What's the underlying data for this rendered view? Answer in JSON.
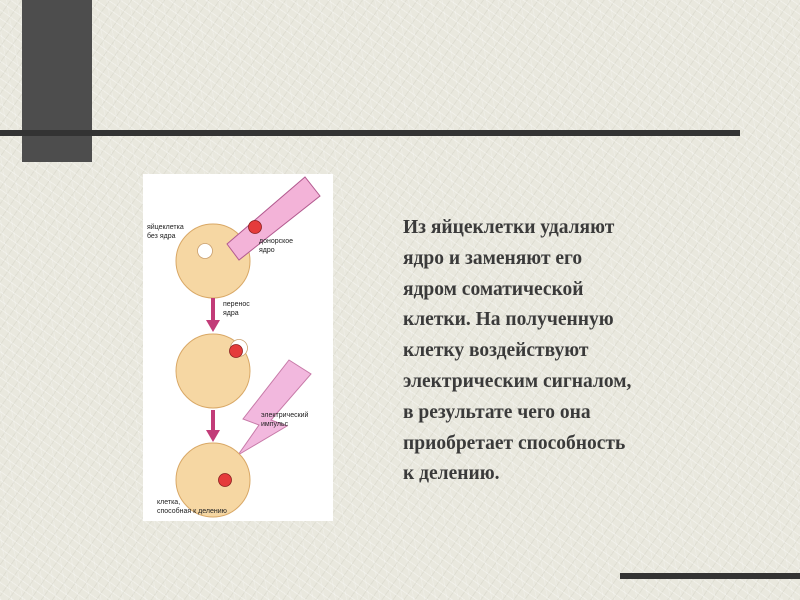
{
  "slide": {
    "text_lines": [
      "Из яйцеклетки удаляют",
      "ядро и заменяют его",
      "ядром соматической",
      "клетки. На полученную",
      "клетку воздействуют",
      "электрическим сигналом,",
      "в результате чего она",
      "приобретает способность",
      "к делению."
    ]
  },
  "figure": {
    "labels": {
      "egg_line1": "яйцеклетка",
      "egg_line2": "без ядра",
      "donor_line1": "донорское",
      "donor_line2": "ядро",
      "transfer_line1": "перенос",
      "transfer_line2": "ядра",
      "impulse_line1": "электрический",
      "impulse_line2": "импульс",
      "cell_line1": "клетка,",
      "cell_line2": "способная к делению"
    }
  },
  "colors": {
    "cell_fill": "#f6d7a3",
    "nucleus": "#e53b3b",
    "arrow": "#c23c78",
    "lightning": "#f2b8de",
    "pipette": "#f3b3d8"
  }
}
